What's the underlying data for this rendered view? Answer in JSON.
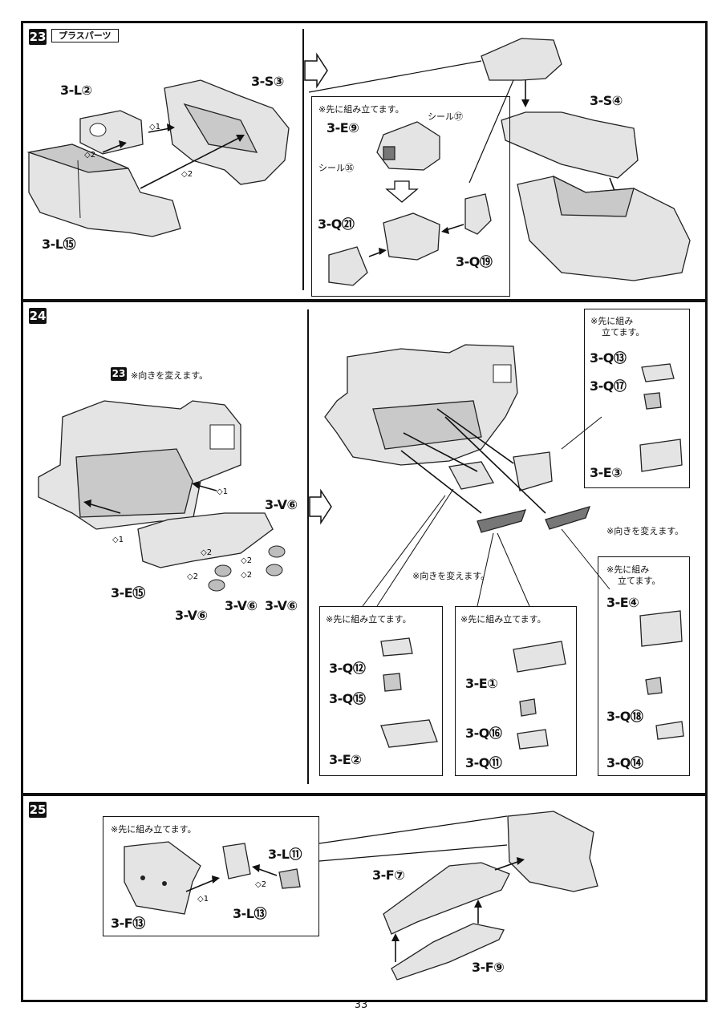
{
  "page_number": "33",
  "steps": {
    "s23": {
      "number": "23",
      "tag": "プラスパーツ",
      "labels": {
        "l2": "3-L②",
        "s3": "3-S③",
        "l15": "3-L⑮",
        "s4": "3-S④",
        "e9": "3-E⑨",
        "q21": "3-Q㉑",
        "q19": "3-Q⑲"
      },
      "sub_note": "※先に組み立てます。",
      "seal_37": "シール㊲",
      "seal_36": "シール㊱",
      "order_1": "1",
      "order_2": "2"
    },
    "s24": {
      "number": "24",
      "ref_step": "23",
      "ref_note": "※向きを変えます。",
      "labels": {
        "v6a": "3-V⑥",
        "e15": "3-E⑮",
        "v6b": "3-V⑥",
        "v6c": "3-V⑥",
        "v6d": "3-V⑥",
        "q13": "3-Q⑬",
        "q17": "3-Q⑰",
        "e3": "3-E③",
        "e4": "3-E④",
        "q18": "3-Q⑱",
        "q14": "3-Q⑭",
        "q12": "3-Q⑫",
        "q15": "3-Q⑮",
        "e2": "3-E②",
        "e1": "3-E①",
        "q16": "3-Q⑯",
        "q11": "3-Q⑪"
      },
      "note_pre_a": "※先に組み\n立てます。",
      "note_pre_a1": "※先に組み",
      "note_pre_a2": "立てます。",
      "note_turn_right": "※向きを変えます。",
      "note_turn_mid": "※向きを変えます。",
      "note_pre_b": "※先に組み立てます。",
      "note_pre_c": "※先に組み立てます。",
      "note_pre_d1": "※先に組み",
      "note_pre_d2": "立てます。"
    },
    "s25": {
      "number": "25",
      "sub_note": "※先に組み立てます。",
      "labels": {
        "f13": "3-F⑬",
        "l13": "3-L⑬",
        "l11": "3-L⑪",
        "f7": "3-F⑦",
        "f9": "3-F⑨"
      }
    }
  }
}
